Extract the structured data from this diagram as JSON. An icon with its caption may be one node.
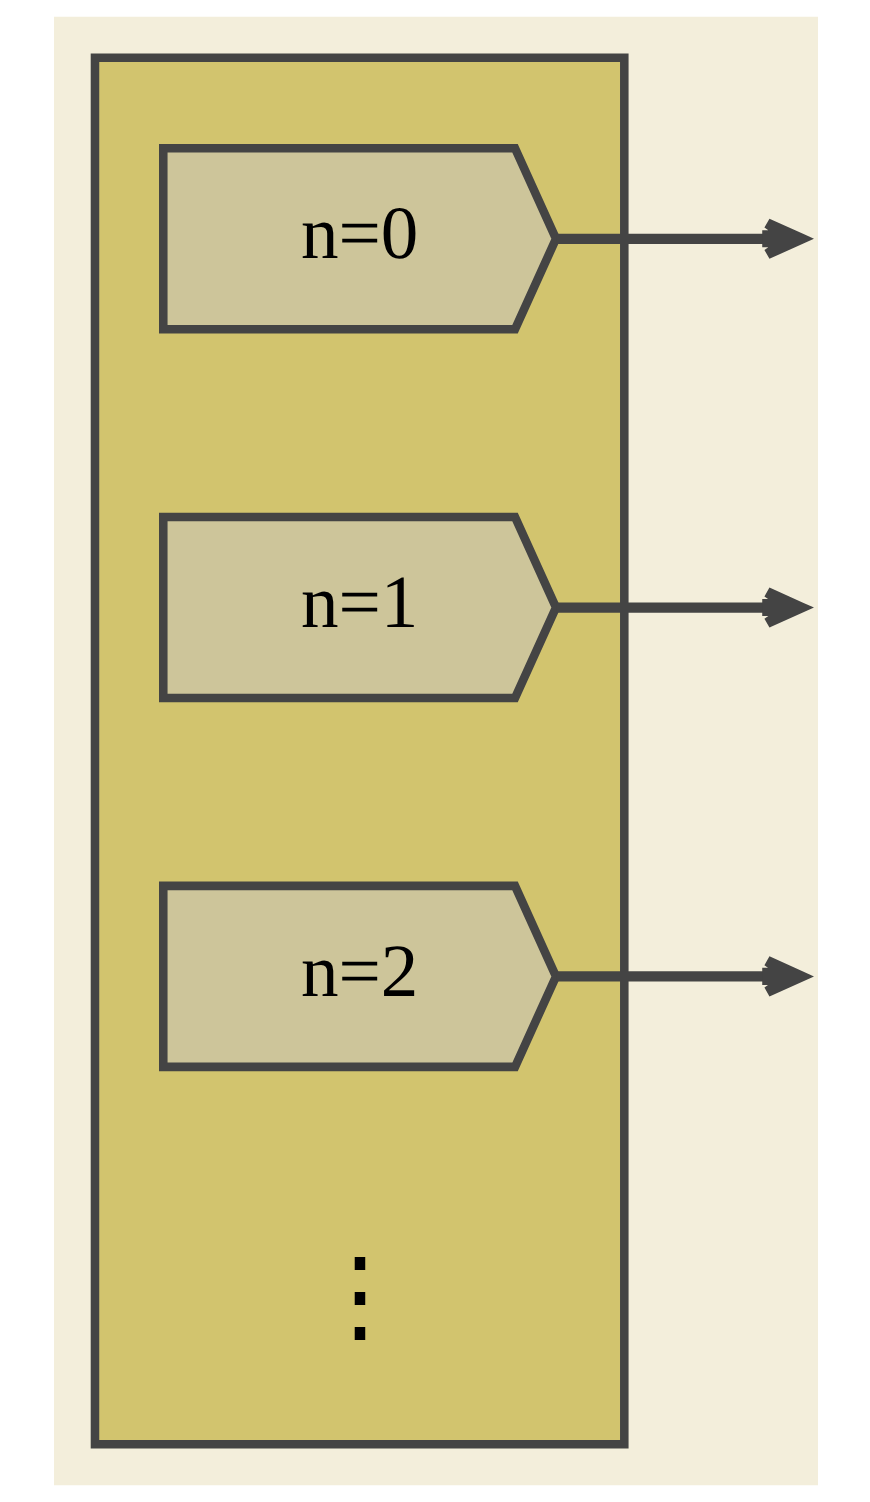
{
  "diagram": {
    "nodes": [
      {
        "text": [],
        "shape": "box"
      },
      {
        "text": [
          "n=0"
        ],
        "in": 0
      },
      {
        "text": [
          "n=1"
        ],
        "in": 0
      },
      {
        "text": [
          "n=2"
        ],
        "in": 0
      }
    ],
    "edges": [
      {
        "from": 1,
        "to": null,
        "arrow": "to"
      },
      {
        "from": 2,
        "to": null,
        "arrow": "to"
      },
      {
        "from": 3,
        "to": null,
        "arrow": "to"
      }
    ],
    "labels": [
      "⋮"
    ]
  }
}
